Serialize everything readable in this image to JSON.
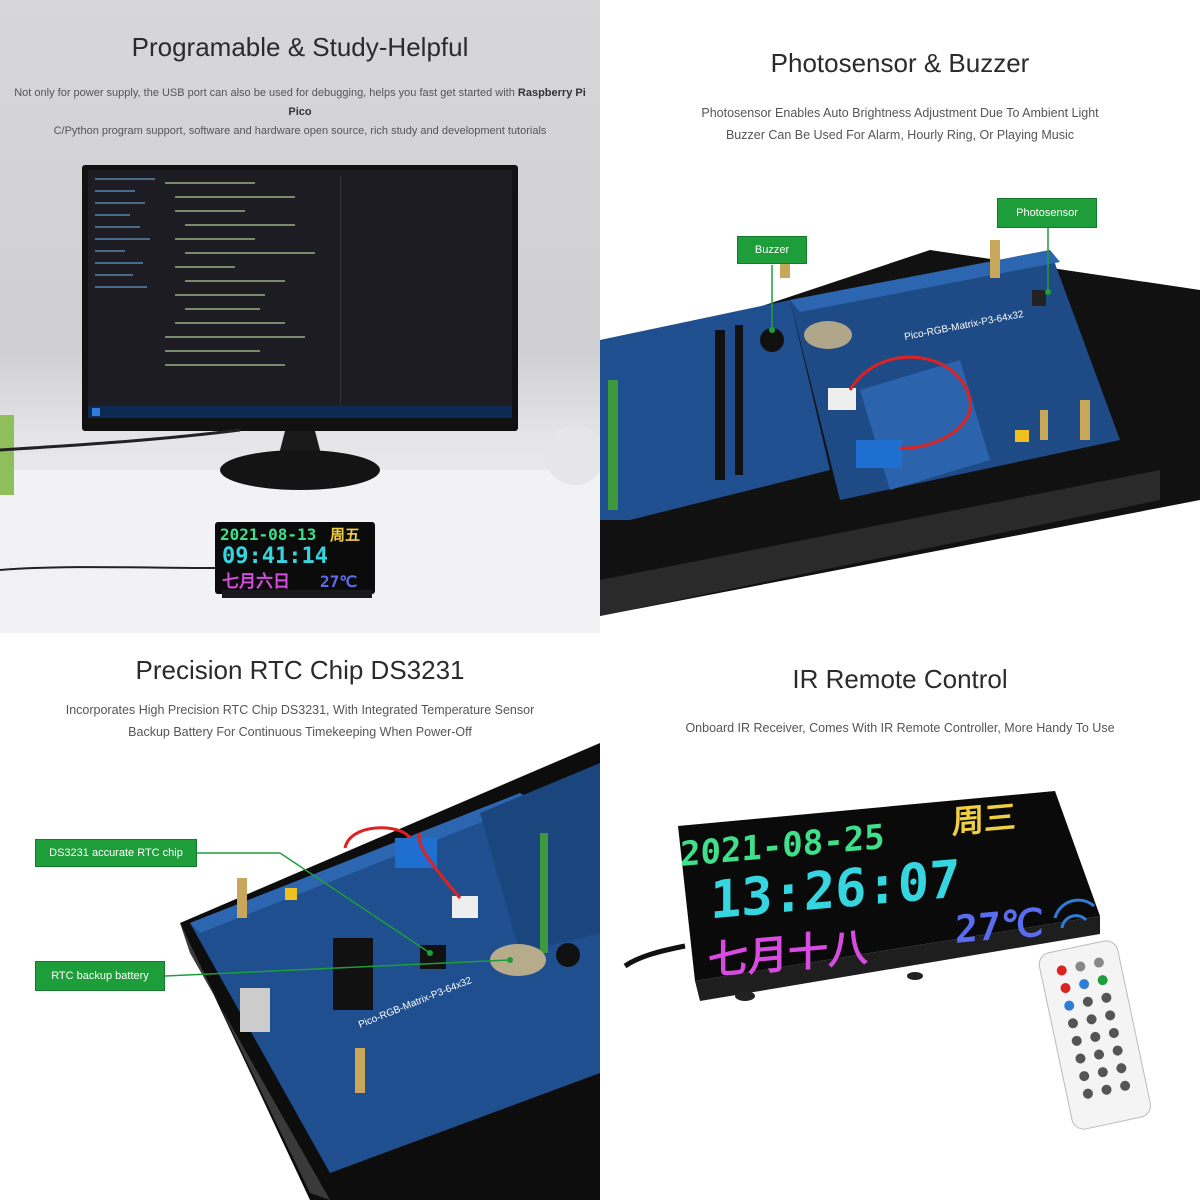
{
  "panels": [
    {
      "title": "Programable & Study-Helpful",
      "desc_line1_prefix": "Not only for power supply, the USB port can also be used for debugging, helps you fast get started with ",
      "desc_line1_bold": "Raspberry Pi",
      "desc_line2_bold": "Pico",
      "desc_line3": "C/Python program support, software and hardware open source, rich study and development tutorials",
      "led": {
        "date": "2021-08-13",
        "weekday": "周五",
        "time": "09:41:14",
        "lunar": "七月六日",
        "temp": "27℃"
      }
    },
    {
      "title": "Photosensor & Buzzer",
      "desc_line1": "Photosensor Enables Auto Brightness Adjustment Due To Ambient Light",
      "desc_line2": "Buzzer Can Be Used For Alarm, Hourly Ring, Or Playing Music",
      "label_buzzer": "Buzzer",
      "label_photosensor": "Photosensor",
      "board_text": "Pico-RGB-Matrix-P3-64x32"
    },
    {
      "title": "Precision RTC Chip DS3231",
      "desc_line1": "Incorporates High Precision RTC Chip DS3231, With Integrated Temperature Sensor",
      "desc_line2": "Backup Battery For Continuous Timekeeping When Power-Off",
      "label_rtc": "DS3231 accurate RTC chip",
      "label_battery": "RTC backup battery",
      "board_text": "Pico-RGB-Matrix-P3-64x32"
    },
    {
      "title": "IR Remote Control",
      "desc_line1": "Onboard IR Receiver, Comes With IR Remote Controller, More Handy To Use",
      "led": {
        "date": "2021-08-25",
        "weekday": "周三",
        "time": "13:26:07",
        "lunar": "七月十八",
        "temp": "27℃"
      }
    }
  ],
  "colors": {
    "label_green": "#1e9e3a",
    "pcb_blue": "#1f4f8f",
    "led_green": "#3fe08a",
    "led_cyan": "#36d6e0",
    "led_magenta": "#d84be0",
    "led_blue": "#5a6cf0"
  }
}
